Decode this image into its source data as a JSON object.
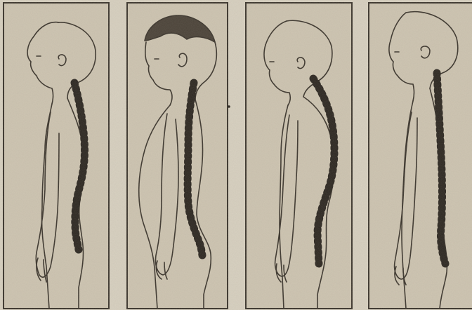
{
  "figure": {
    "panel_count": 4,
    "panels": [
      {
        "posture": "normal"
      },
      {
        "posture": "lordotic"
      },
      {
        "posture": "kyphotic"
      },
      {
        "posture": "flat-back"
      }
    ]
  },
  "colors": {
    "paper": "#d9d2c2",
    "panel_fill": "#cfc6b3",
    "panel_border": "#3a342c",
    "outline": "#3a342c",
    "spine": "#2b2620",
    "hair": "#4a4238"
  }
}
